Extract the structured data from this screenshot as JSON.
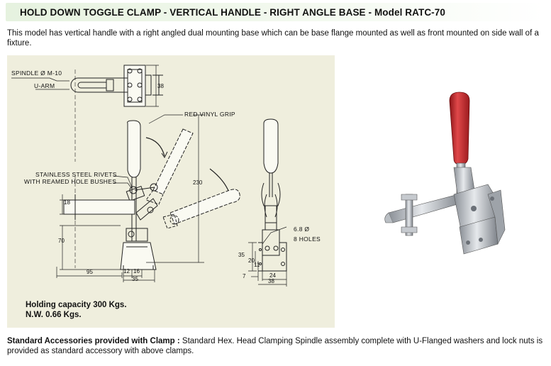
{
  "header": {
    "title": "HOLD DOWN TOGGLE CLAMP - VERTICAL HANDLE - RIGHT ANGLE BASE - Model RATC-70"
  },
  "intro": {
    "text": "This model has vertical handle with a right angled dual mounting base which can be base flange mounted as well as front mounted on side wall of a fixture."
  },
  "drawing": {
    "callouts": {
      "spindle": "SPINDLE Ø M-10",
      "u_arm": "U-ARM",
      "red_vinyl_grip": "RED VINYL GRIP",
      "rivets_line1": "STAINLESS STEEL RIVETS",
      "rivets_line2": "WITH REAMED HOLE BUSHES",
      "hole_dia": "6.8 Ø",
      "holes": "8 HOLES"
    },
    "dimensions": {
      "top_height": "38",
      "overall_height": "230",
      "arm_offset": "18",
      "base_height": "70",
      "reach": "95",
      "base_a": "12",
      "base_b": "16",
      "base_width": "35",
      "side_35": "35",
      "side_20": "20",
      "side_11": "11",
      "side_7": "7",
      "side_24": "24",
      "side_38": "38"
    },
    "specs": {
      "holding_capacity": "Holding capacity 300 Kgs.",
      "net_weight": "N.W. 0.66 Kgs."
    }
  },
  "accessories": {
    "label": "Standard Accessories provided with Clamp :",
    "text": " Standard Hex. Head Clamping Spindle assembly complete with U-Flanged washers and lock nuts is provided as standard accessory with above clamps."
  },
  "colors": {
    "header_bg": "#e6f2df",
    "panel_bg": "#efeedd",
    "grip_red": "#c0282a"
  }
}
